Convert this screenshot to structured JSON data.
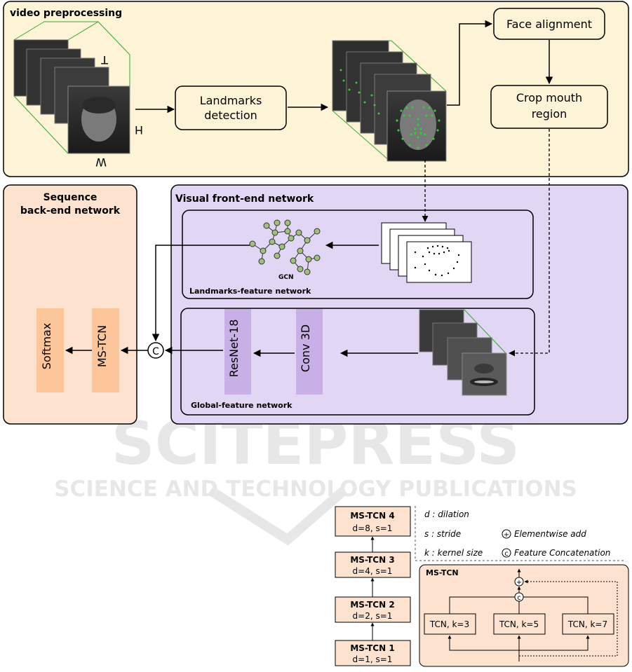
{
  "preprocessing": {
    "title": "video preprocessing",
    "axis_t": "T",
    "axis_h": "H",
    "axis_w": "W",
    "landmarks_detection": [
      "Landmarks",
      "detection"
    ],
    "face_alignment": "Face alignment",
    "crop_mouth": [
      "Crop mouth",
      "region"
    ]
  },
  "backend": {
    "title": [
      "Sequence",
      "back-end network"
    ],
    "softmax": "Softmax",
    "mstcn": "MS-TCN",
    "concat_symbol": "C"
  },
  "frontend": {
    "title": "Visual front-end network",
    "landmarks_net_title": "Landmarks-feature network",
    "gcn_label": "GCN",
    "global_net_title": "Global-feature network",
    "resnet": "ResNet-18",
    "conv3d": "Conv 3D"
  },
  "watermark": {
    "main": "SCITEPRESS",
    "sub": "SCIENCE AND TECHNOLOGY PUBLICATIONS"
  },
  "stack": [
    {
      "name": "MS-TCN 4",
      "params": "d=8, s=1"
    },
    {
      "name": "MS-TCN 3",
      "params": "d=4, s=1"
    },
    {
      "name": "MS-TCN 2",
      "params": "d=2, s=1"
    },
    {
      "name": "MS-TCN 1",
      "params": "d=1, s=1"
    }
  ],
  "legend": {
    "dilation": "d : dilation",
    "stride": "s : stride",
    "kernel": "k : kernel size",
    "add": "Elementwise add",
    "concat": "Feature Concatenation",
    "add_symbol": "+",
    "concat_symbol": "c"
  },
  "mstcn_detail": {
    "title": "MS-TCN",
    "tcns": [
      "TCN, k=3",
      "TCN, k=5",
      "TCN, k=7"
    ],
    "add_symbol": "+",
    "concat_symbol": "c"
  },
  "colors": {
    "preprocessing_bg": "#fdf3d6",
    "backend_bg": "#fde2cf",
    "frontend_bg": "#e1d6f3",
    "block_orange": "#fcc59a",
    "block_purple": "#c8b0e6",
    "stack_fill": "#fde2cf"
  }
}
